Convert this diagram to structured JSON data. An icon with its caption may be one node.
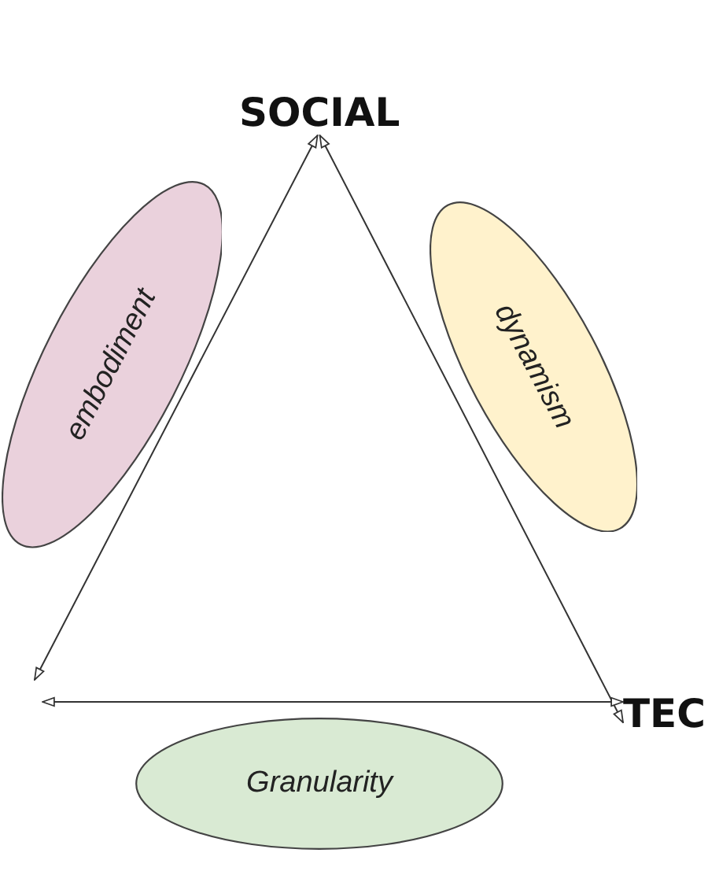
{
  "diagram": {
    "nodes": [
      {
        "text": [
          "SOCIAL"
        ]
      },
      {
        "text": [
          "embodiment"
        ]
      },
      {
        "text": [
          "dynamism"
        ]
      },
      {
        "text": [
          "Granularity"
        ]
      },
      {
        "text": [
          "TEC"
        ]
      }
    ],
    "edges": [
      {
        "from": 0,
        "to": null,
        "arrow": "both"
      },
      {
        "from": 0,
        "to": 4,
        "arrow": "both"
      },
      {
        "from": null,
        "to": 4,
        "arrow": "both"
      }
    ]
  }
}
